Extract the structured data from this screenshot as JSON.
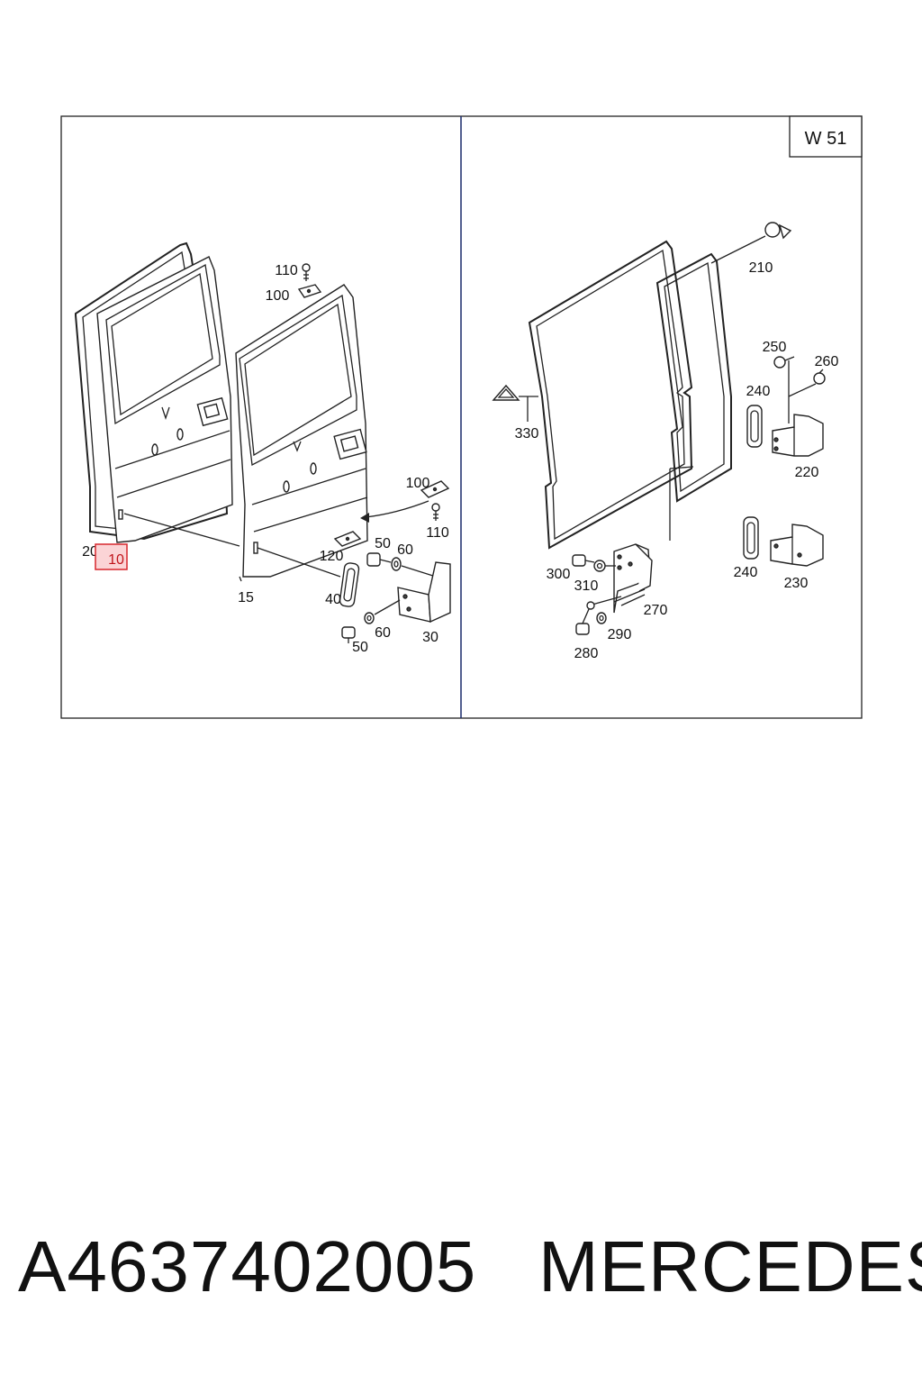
{
  "sheet_id": "W 51",
  "highlighted_label": "10",
  "labels": {
    "l110a": "110",
    "l100a": "100",
    "l100b": "100",
    "l110b": "110",
    "l20": "20",
    "l15": "15",
    "l120": "120",
    "l50a": "50",
    "l60a": "60",
    "l40": "40",
    "l60b": "60",
    "l50b": "50",
    "l30": "30",
    "l210": "210",
    "l250": "250",
    "l260": "260",
    "l240a": "240",
    "l330": "330",
    "l220": "220",
    "l240b": "240",
    "l230": "230",
    "l300": "300",
    "l310": "310",
    "l270": "270",
    "l290": "290",
    "l280": "280"
  },
  "footer": {
    "part_number": "A4637402005",
    "brand": "MERCEDES"
  },
  "colors": {
    "highlight_border": "#d7262d",
    "highlight_fill": "#fbd4d6",
    "frame_divider": "#1a2a6c"
  }
}
